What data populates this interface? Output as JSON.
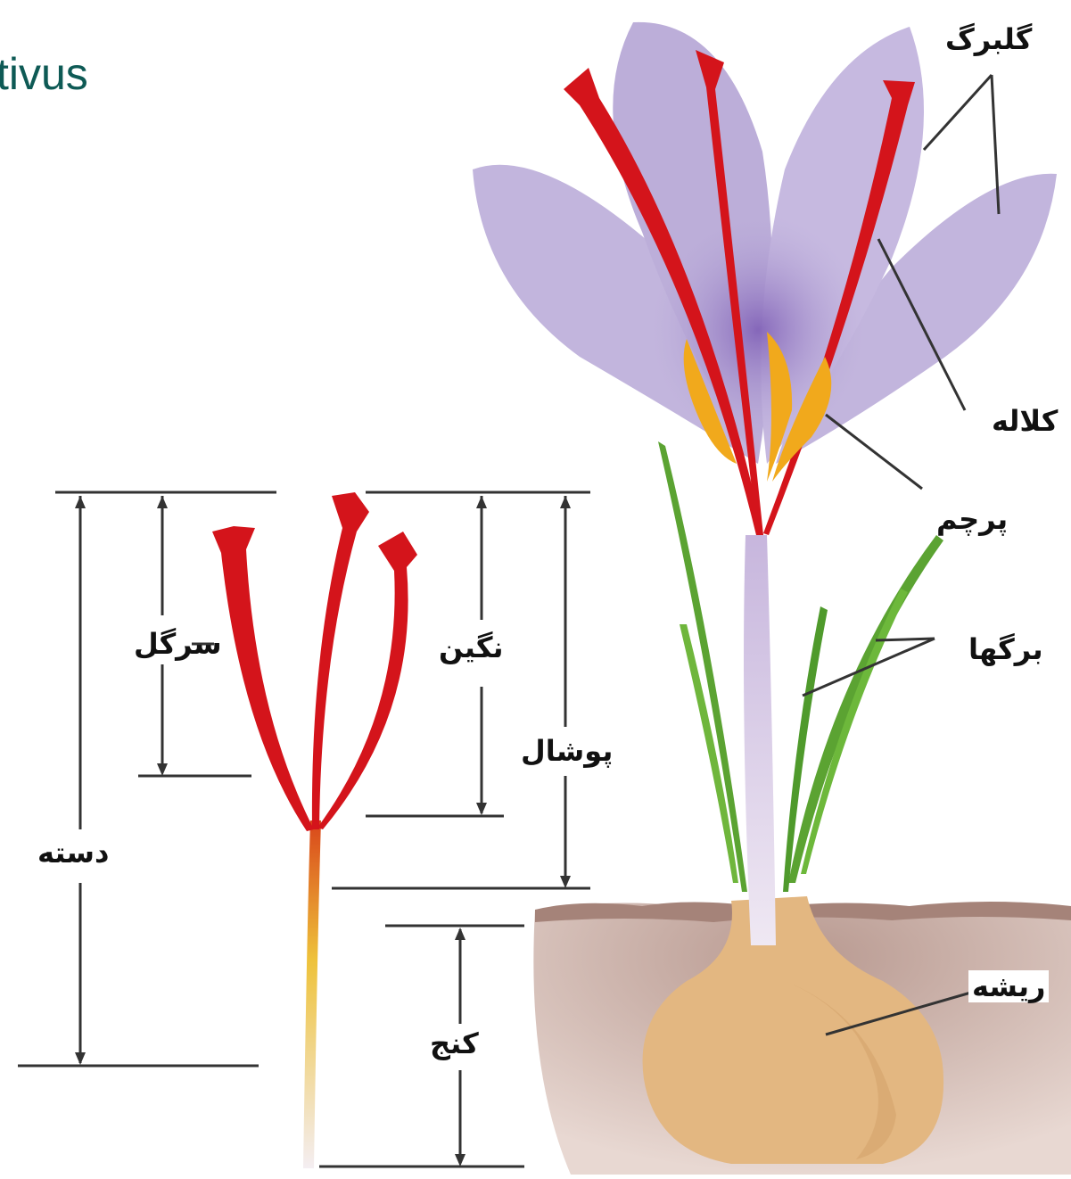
{
  "title": "tivus",
  "labels": {
    "petal": "گلبرگ",
    "stigma": "کلاله",
    "anther": "پرچم",
    "leaves": "برگها",
    "root": "ریشه",
    "sargol": "سرگل",
    "negin": "نگین",
    "pushal": "پوشال",
    "dasteh": "دسته",
    "konj": "کنج"
  },
  "colors": {
    "title": "#0e5a55",
    "petal": "#b7a8d6",
    "petal_dark": "#7f62b5",
    "stigma": "#d5141b",
    "anther": "#f2a81d",
    "leaf": "#5aa332",
    "corm": "#e0b47f",
    "soil": "#ab8a80",
    "line": "#333333"
  }
}
